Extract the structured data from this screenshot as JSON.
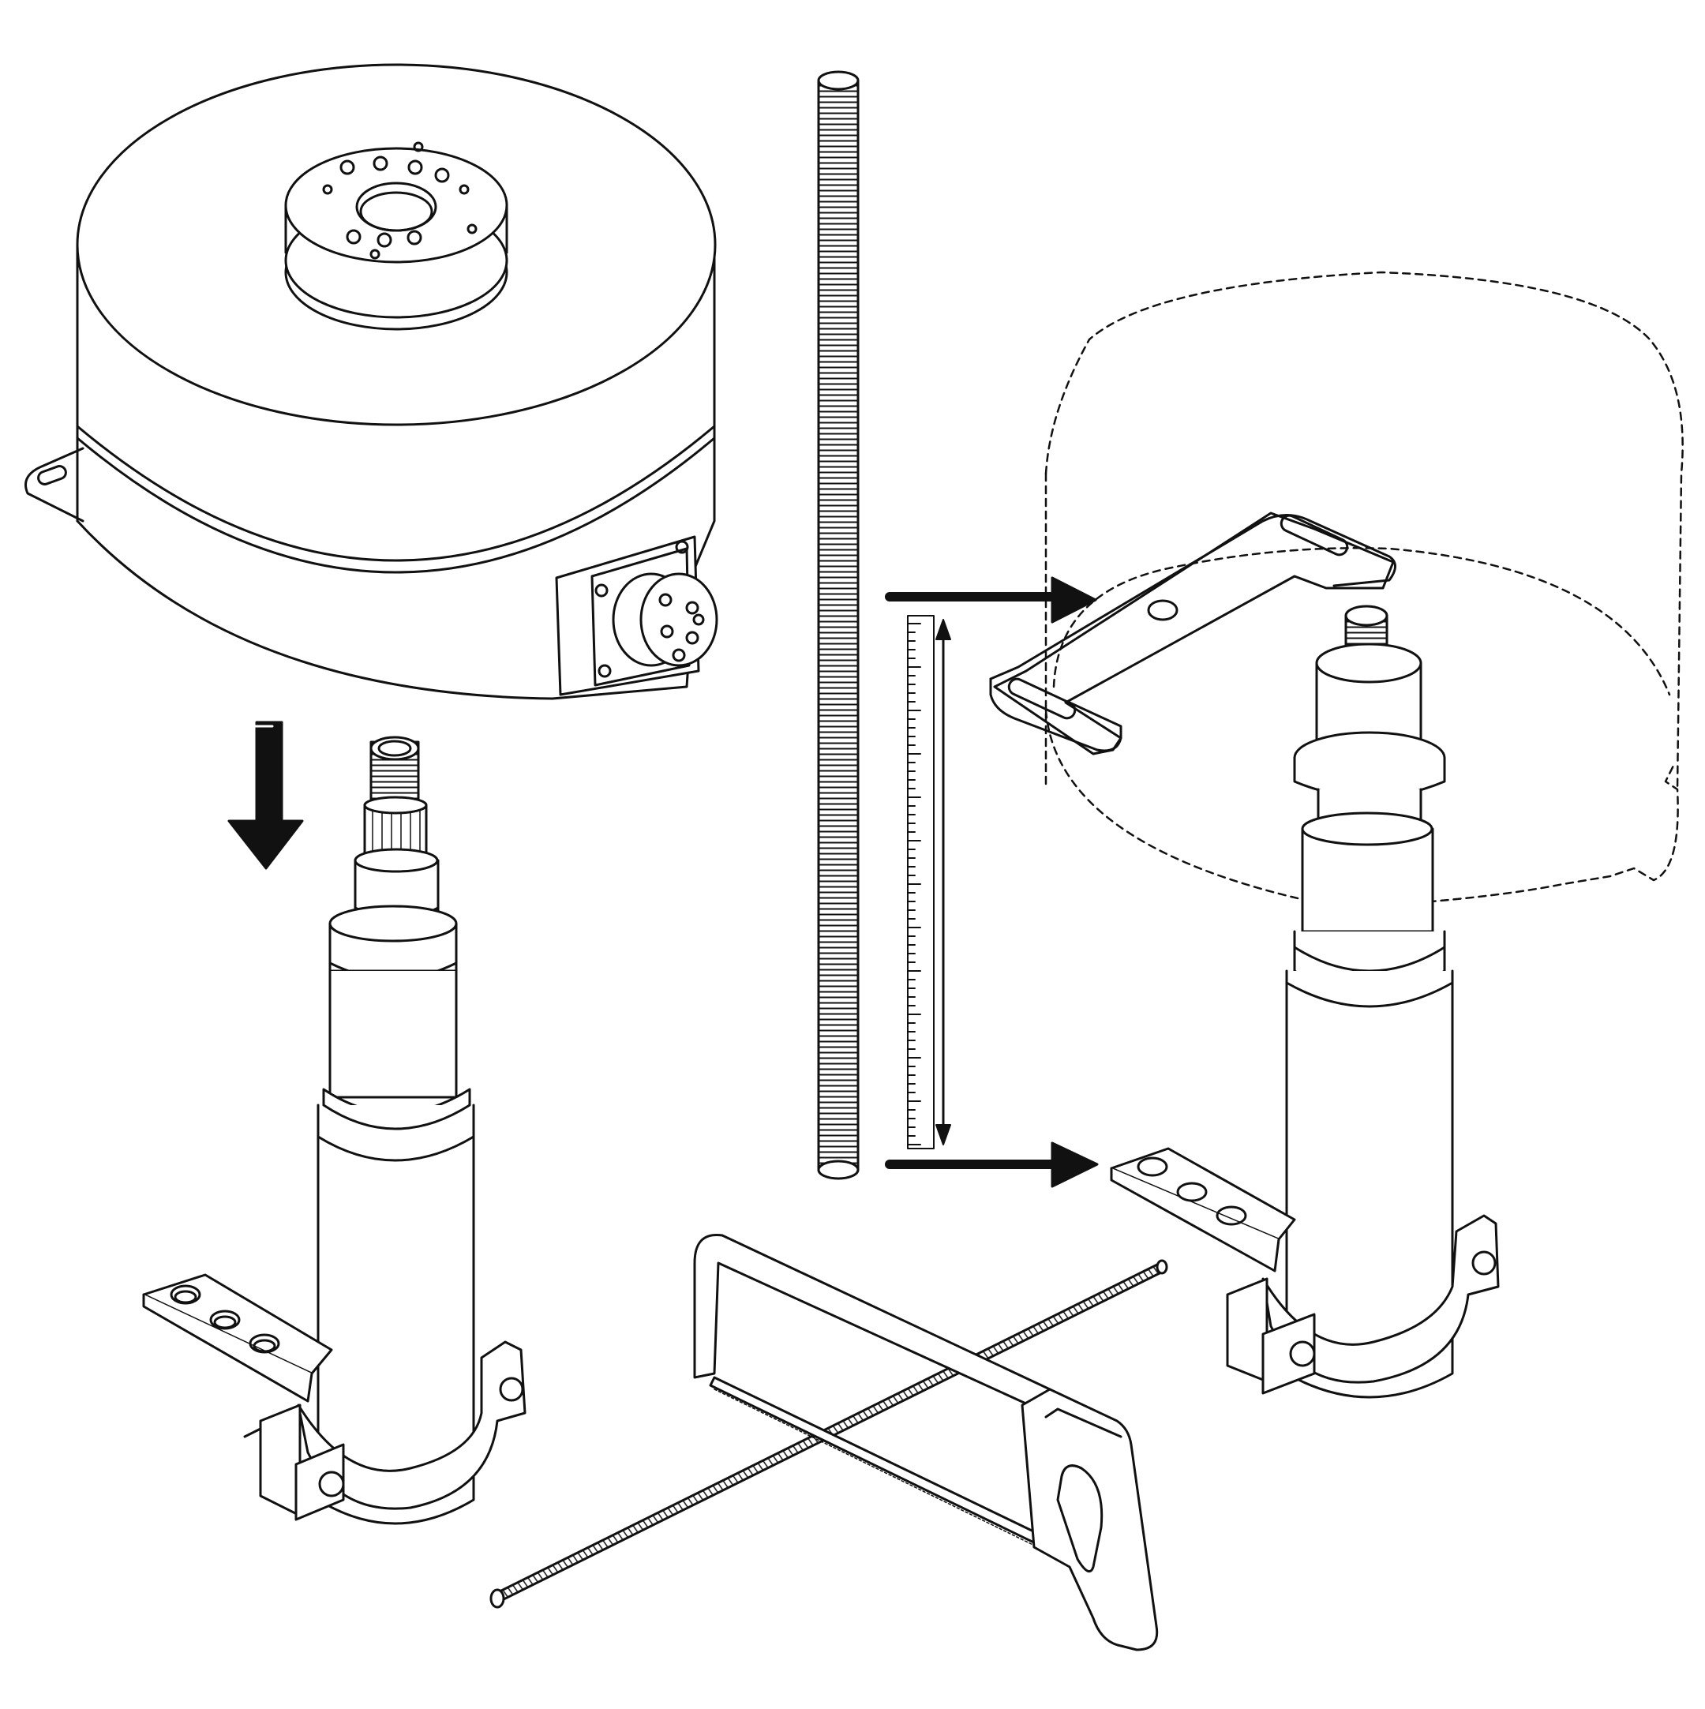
{
  "figure": {
    "kind": "wordless assembly instruction illustration",
    "style": "black line art on white background",
    "colors": {
      "ink": "#111111",
      "paper": "#ffffff",
      "accent": "#111111"
    }
  },
  "steps": [
    {
      "id": "mount-unit-on-post",
      "direction": "down-arrow-icon"
    },
    {
      "id": "measure-threaded-rod",
      "direction": "right-arrow-icon"
    },
    {
      "id": "cut-rod-with-hacksaw",
      "direction": "none"
    }
  ],
  "icons": [
    "motor-housing-icon",
    "threaded-rod-icon",
    "mounting-post-icon",
    "u-bracket-icon",
    "clamp-icon",
    "measure-scale-icon",
    "hacksaw-icon"
  ]
}
